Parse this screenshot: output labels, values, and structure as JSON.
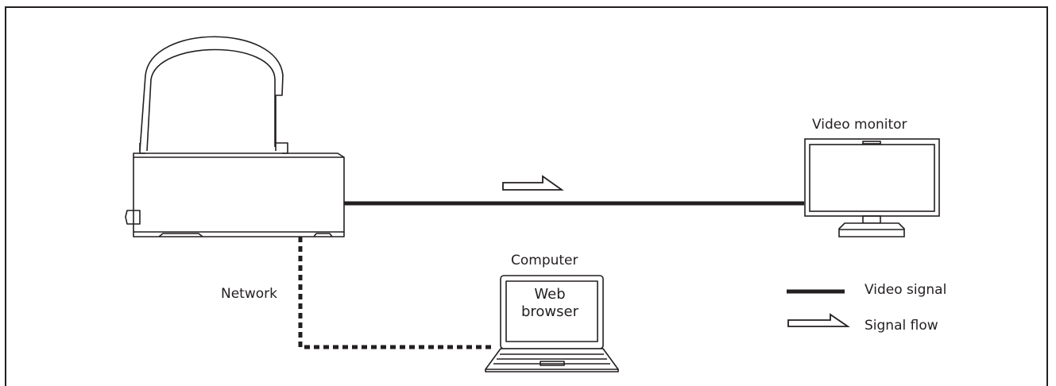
{
  "labels": {
    "video_monitor": "Video monitor",
    "computer": "Computer",
    "network": "Network",
    "web": "Web",
    "browser": "browser"
  },
  "legend": {
    "video_signal": "Video signal",
    "signal_flow": "Signal flow"
  },
  "colors": {
    "line": "#231f20",
    "background": "#ffffff"
  }
}
